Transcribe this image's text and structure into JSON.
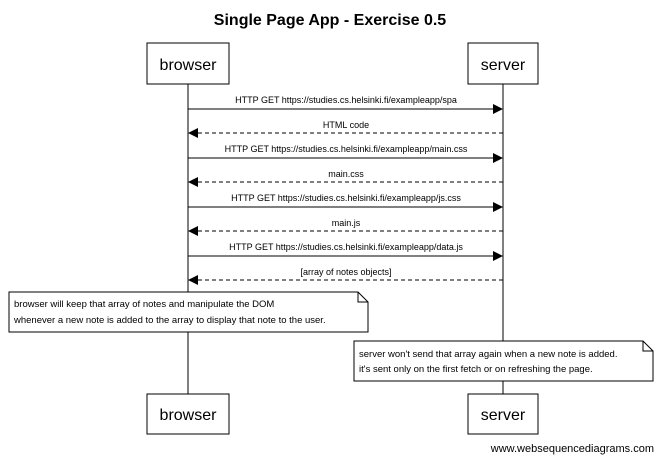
{
  "diagram": {
    "title": "Single Page App - Exercise 0.5",
    "participants": [
      {
        "id": "browser",
        "label": "browser"
      },
      {
        "id": "server",
        "label": "server"
      }
    ],
    "messages": [
      {
        "from": "browser",
        "to": "server",
        "style": "solid",
        "label": "HTTP GET https://studies.cs.helsinki.fi/exampleapp/spa"
      },
      {
        "from": "server",
        "to": "browser",
        "style": "dashed",
        "label": "HTML code"
      },
      {
        "from": "browser",
        "to": "server",
        "style": "solid",
        "label": "HTTP GET https://studies.cs.helsinki.fi/exampleapp/main.css"
      },
      {
        "from": "server",
        "to": "browser",
        "style": "dashed",
        "label": "main.css"
      },
      {
        "from": "browser",
        "to": "server",
        "style": "solid",
        "label": "HTTP GET https://studies.cs.helsinki.fi/exampleapp/js.css"
      },
      {
        "from": "server",
        "to": "browser",
        "style": "dashed",
        "label": "main.js"
      },
      {
        "from": "browser",
        "to": "server",
        "style": "solid",
        "label": "HTTP GET https://studies.cs.helsinki.fi/exampleapp/data.js"
      },
      {
        "from": "server",
        "to": "browser",
        "style": "dashed",
        "label": "[array of notes objects]"
      }
    ],
    "notes": [
      {
        "over": "browser",
        "lines": [
          "browser will keep that array of notes and manipulate the DOM",
          "whenever a new note is added to the array to display that note to the user."
        ]
      },
      {
        "over": "server",
        "lines": [
          "server won't send that array again when a new note is added.",
          "it's sent only on the first fetch or on refreshing the page."
        ]
      }
    ]
  },
  "watermark": "www.websequencediagrams.com"
}
